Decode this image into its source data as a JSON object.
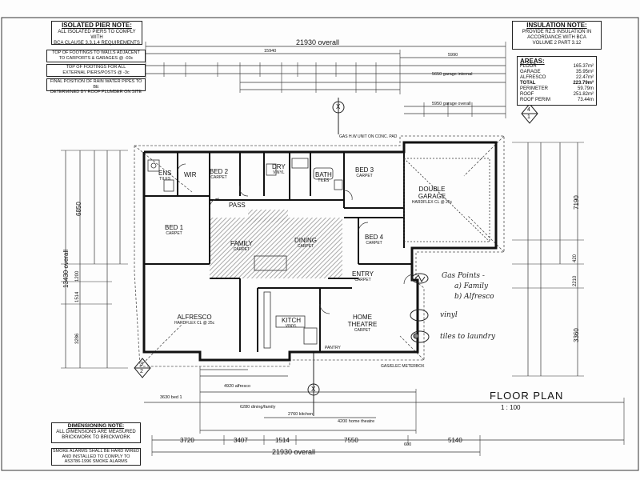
{
  "notes": {
    "isolated_pier": {
      "title": "ISOLATED PIER NOTE:",
      "line1": "ALL ISOLATED PIERS TO COMPLY WITH",
      "line2": "BCA CLAUSE 3.3.1.4 REQUIREMENTS"
    },
    "footings_walls": {
      "line1": "TOP OF FOOTINGS TO WALLS ADJACENT",
      "line2": "TO CARPORTS & GARAGES @ -03c"
    },
    "footings_piers": {
      "line1": "TOP OF FOOTINGS FOR ALL",
      "line2": "EXTERNAL PIERS/POSTS @ -3c"
    },
    "rain_water": {
      "line1": "FINAL POSITION OF RAIN WATER PIPES TO BE",
      "line2": "DETERMINED BY ROOF PLUMBER ON SITE"
    },
    "insulation": {
      "title": "INSULATION NOTE:",
      "line1": "PROVIDE RZ.5 INSULATION IN",
      "line2": "ACCORDANCE WITH BCA",
      "line3": "VOLUME 2 PART 3.12"
    },
    "dimensioning": {
      "title": "DIMENSIONING NOTE:",
      "line1": "ALL DIMENSIONS ARE MEASURED",
      "line2": "BRICKWORK TO BRICKWORK"
    },
    "smoke": {
      "line1": "SMOKE ALARMS SHALL BE HARD WIRED",
      "line2": "AND INSTALLED TO COMPLY TO",
      "line3": "AS3786-1996 SMOKE ALARMS"
    }
  },
  "areas": {
    "title": "AREAS:",
    "rows": [
      {
        "k": "FLOOR",
        "v": "165.37m²"
      },
      {
        "k": "GARAGE",
        "v": "35.95m²"
      },
      {
        "k": "ALFRESCO",
        "v": "22.47m²"
      },
      {
        "k": "TOTAL",
        "v": "223.79m²"
      },
      {
        "k": "PERIMETER",
        "v": "59.79m"
      },
      {
        "k": "ROOF",
        "v": "251.82m²"
      },
      {
        "k": "ROOF PERIM",
        "v": "73.44m"
      }
    ]
  },
  "rooms": {
    "ens": {
      "name": "ENS",
      "sub": "TILES"
    },
    "wir": {
      "name": "WIR",
      "sub": ""
    },
    "bed2": {
      "name": "BED 2",
      "sub": "CARPET"
    },
    "dry": {
      "name": "DRY",
      "sub": "VINYL"
    },
    "bath": {
      "name": "BATH",
      "sub": "TILES"
    },
    "bed3": {
      "name": "BED 3",
      "sub": "CARPET"
    },
    "garage": {
      "name": "DOUBLE GARAGE",
      "sub": "HARDFLEX CL @ 25c"
    },
    "pass": {
      "name": "PASS",
      "sub": ""
    },
    "bed1": {
      "name": "BED 1",
      "sub": "CARPET"
    },
    "family": {
      "name": "FAMILY",
      "sub": "CARPET"
    },
    "dining": {
      "name": "DINING",
      "sub": "CARPET"
    },
    "bed4": {
      "name": "BED 4",
      "sub": "CARPET"
    },
    "entry": {
      "name": "ENTRY",
      "sub": "CARPET"
    },
    "alfresco": {
      "name": "ALFRESCO",
      "sub": "HARDFLEX CL @ 25c"
    },
    "kitch": {
      "name": "KITCH",
      "sub": "VINYL"
    },
    "theatre": {
      "name": "HOME THEATRE",
      "sub": "CARPET"
    },
    "pantry": {
      "name": "PANTRY",
      "sub": ""
    }
  },
  "dims": {
    "overall_top": "21930 overall",
    "overall_bottom": "21930 overall",
    "top_15940": "15940",
    "top_5990": "5990",
    "garage_overall": "5950 garage overall",
    "garage_internal": "5650 garage internal",
    "alfresco_4920": "4920 alfresco",
    "bed1_3630": "3630 bed 1",
    "dining_6280": "6280 dining/family",
    "kitchen_2760": "2760 kitchen",
    "theatre_4200": "4200 home theatre",
    "b_3720": "3720",
    "b_3407": "3407",
    "b_1514": "1514",
    "b_7550": "7550",
    "b_5140": "5140",
    "b_600": "600",
    "left_13430": "13430 overall",
    "left_6850": "6850",
    "left_3286": "3286",
    "left_1514": "1514",
    "left_1200": "1200",
    "right_7190": "7190",
    "right_3360": "3360",
    "right_2210": "2210",
    "right_420": "420",
    "gas_hw": "GAS H.W UNIT ON CONC. PAD",
    "gas_meter": "GAS/ELEC METERBOX"
  },
  "section_marks": {
    "x_top": "X",
    "x_bottom": "X",
    "s4_num": "4",
    "s4_den": "1",
    "s3_num": "3",
    "s3_den": "2"
  },
  "drawing": {
    "title": "FLOOR PLAN",
    "scale": "1 : 100"
  },
  "handwritten": {
    "gas_points": "Gas Points -",
    "a_family": "a) Family",
    "b_alfresco": "b) Alfresco",
    "vinyl": "vinyl",
    "tiles": "tiles to laundry"
  }
}
